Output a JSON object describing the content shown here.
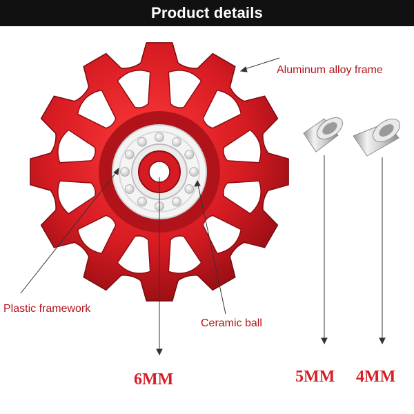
{
  "header": {
    "title": "Product details"
  },
  "callouts": {
    "frame": "Aluminum alloy frame",
    "plastic": "Plastic framework",
    "ceramic": "Ceramic ball"
  },
  "sizes": {
    "pulley_bore": "6MM",
    "spacer_large": "5MM",
    "spacer_small": "4MM"
  },
  "colors": {
    "header_bg": "#111111",
    "pulley_red": "#d61b22",
    "label_red": "#b3141c",
    "size_red": "#d51f26",
    "spacer_silver": "#c8c8c8"
  },
  "pulley": {
    "teeth": 12,
    "bearing_balls": 12
  }
}
